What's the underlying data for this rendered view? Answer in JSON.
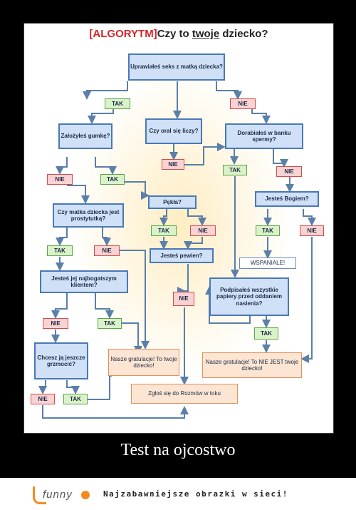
{
  "title": {
    "tag": "[ALGORYTM]",
    "before": "Czy to ",
    "underlined": "twoje",
    "after": " dziecko?"
  },
  "nodes": {
    "q_seks": "Uprawiałeś seks z matką dziecka?",
    "tak1": "TAK",
    "nie1": "NIE",
    "q_gumka": "Założyłeś gumkę?",
    "q_oral": "Czy oral się liczy?",
    "q_bank": "Dorabiałeś w banku spermy?",
    "nie_oral": "NIE",
    "nie_gumka": "NIE",
    "tak_gumka": "TAK",
    "tak_bank": "TAK",
    "nie_bank": "NIE",
    "q_pekla": "Pękła?",
    "q_bog": "Jesteś Bogiem?",
    "q_prostytutka": "Czy matka dziecka jest prostytutką?",
    "tak_pekla": "TAK",
    "nie_pekla": "NIE",
    "tak_bog": "TAK",
    "nie_bog": "NIE",
    "tak_prost": "TAK",
    "nie_prost": "NIE",
    "q_pewien": "Jesteś pewien?",
    "wspaniale": "WSPANIALE!",
    "q_klient": "Jesteś jej najbogatszym klientem?",
    "nie_pewien": "NIE",
    "q_papiery": "Podpisałeś wszystkie papiery przed oddaniem nasienia?",
    "nie_klient": "NIE",
    "tak_klient": "TAK",
    "tak_papiery": "TAK",
    "q_grzmocic": "Chcesz ją jeszcze grzmocić?",
    "gratulacje_twoje": "Nasze gratulacje! To twoje dziecko!",
    "gratulacje_nie": "Nasze gratulacje! To NIE JEST twoje dziecko!",
    "nie_grzm": "NIE",
    "tak_grzm": "TAK",
    "rozmowy": "Zgłoś się do Rozmów w toku"
  },
  "caption": "Test na ojcostwo",
  "footer": {
    "logo": "funny",
    "slogan": "Najzabawniejsze obrazki w sieci!"
  },
  "colors": {
    "question": "#cfe0f7",
    "yes": "#d9f2c9",
    "no": "#f9d3d3",
    "end": "#fce5d2",
    "arrow": "#5a7fa8",
    "accent": "#d3262a"
  }
}
